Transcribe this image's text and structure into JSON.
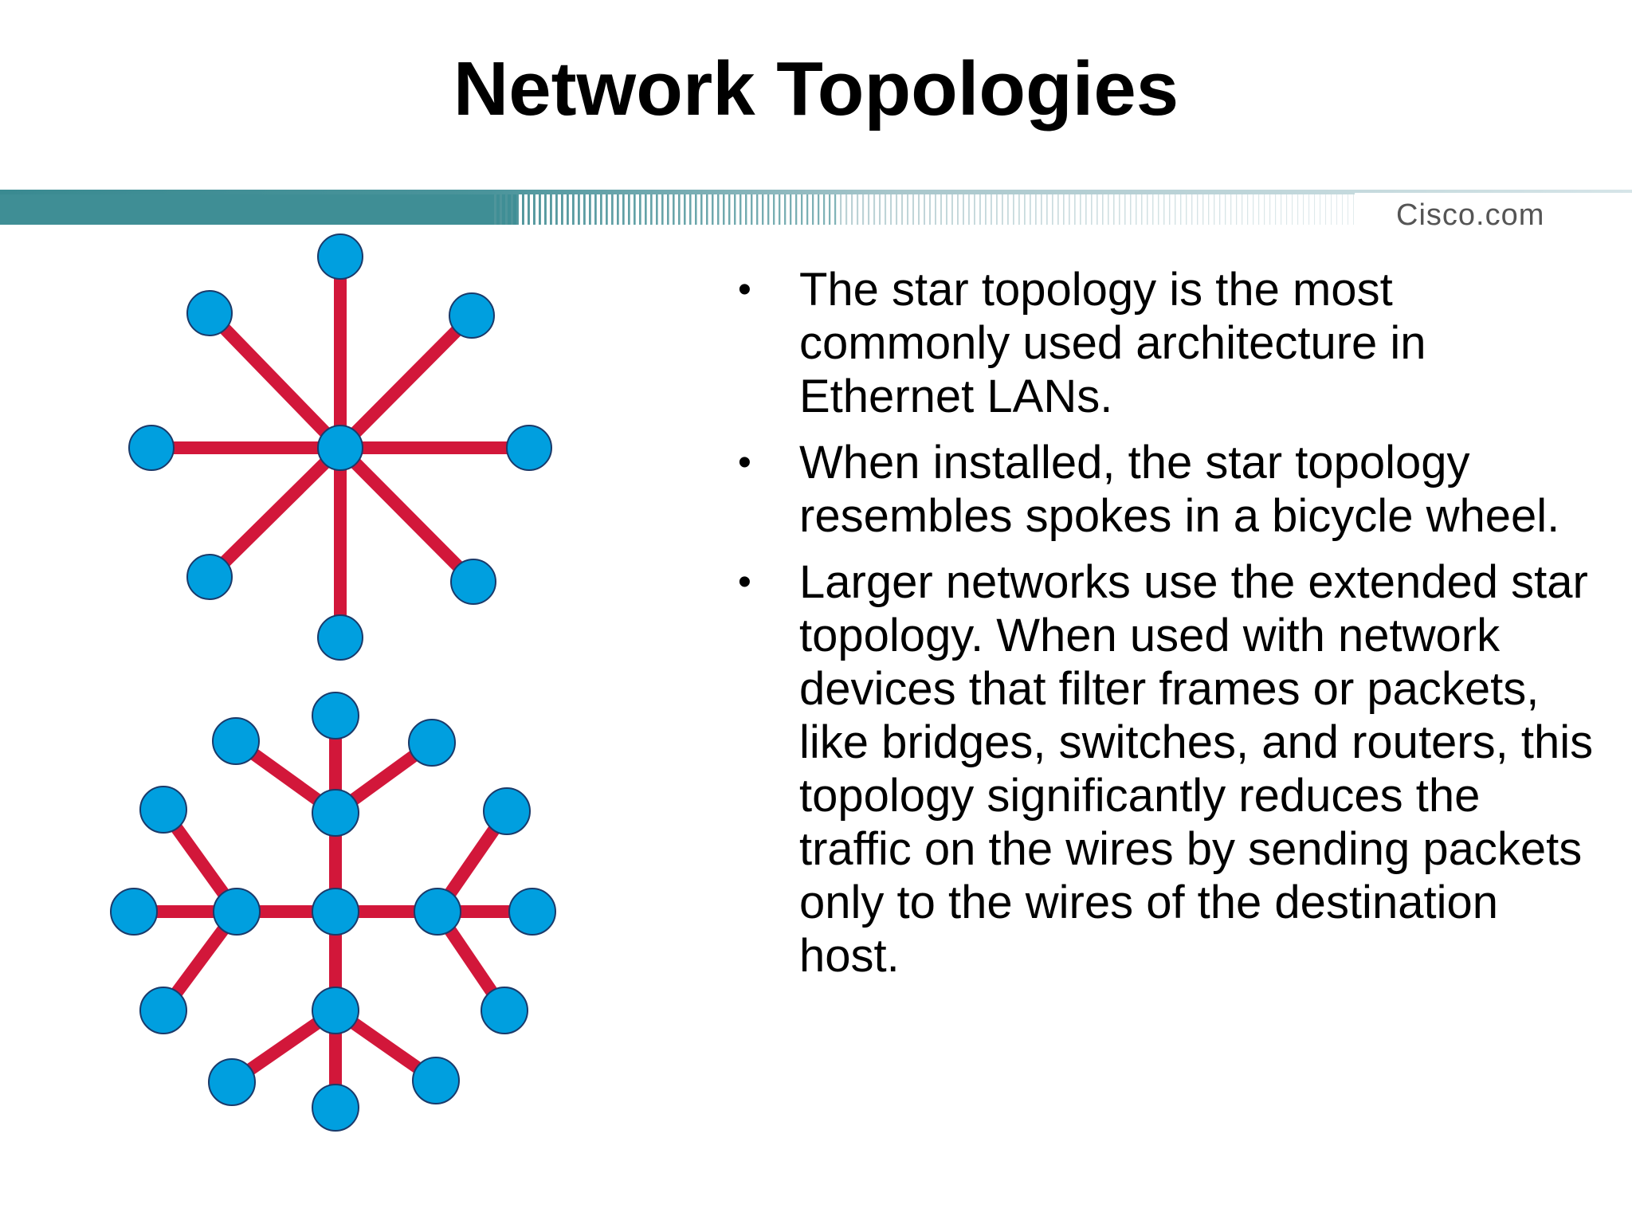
{
  "slide": {
    "title": "Network Topologies",
    "brand": "Cisco.com"
  },
  "colors": {
    "link": "#d2173a",
    "node": "#009fdf",
    "node_outline": "#1a3a6a",
    "band_dark": "#3a8a91",
    "band_light": "#a9c7cc"
  },
  "diagrams": [
    {
      "label": "",
      "kind": "star"
    },
    {
      "label": "",
      "kind": "extended-star"
    }
  ],
  "bullets": [
    "The star topology is the most commonly used architecture in Ethernet LANs.",
    "When installed, the star topology resembles spokes in a bicycle wheel.",
    "Larger networks use the extended star topology. When used with network devices that filter frames or packets, like bridges, switches, and routers, this topology significantly reduces the traffic on the wires by sending packets only to the wires of the destination host."
  ]
}
